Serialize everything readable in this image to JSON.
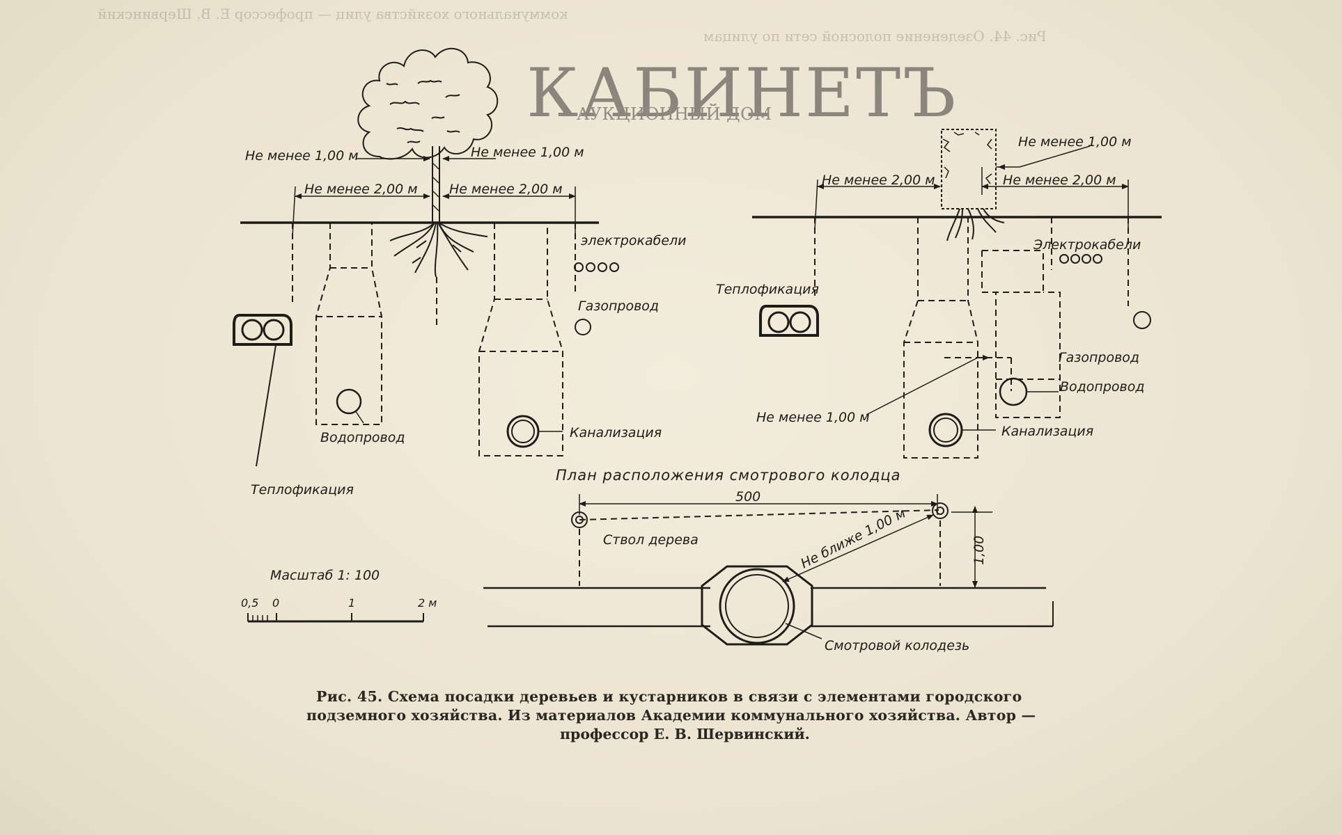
{
  "watermark": {
    "title": "КАБИНЕТЪ",
    "subtitle": "АУКЦИОННЫЙ ДОМ"
  },
  "left_section": {
    "dim_tree_left": "Не менее 1,00 м",
    "dim_tree_right": "Не менее 1,00 м",
    "dim_outer_left": "Не менее 2,00 м",
    "dim_outer_right": "Не менее 2,00 м",
    "electrocables": "электрокабели",
    "gas_pipe": "Газопровод",
    "water_pipe": "Водопровод",
    "sewer": "Канализация",
    "heating": "Теплофикация"
  },
  "right_section": {
    "dim_top": "Не менее 1,00 м",
    "dim_left": "Не менее 2,00 м",
    "dim_right": "Не менее 2,00 м",
    "electrocables": "Электрокабели",
    "heating": "Теплофикация",
    "gas_pipe": "Газопровод",
    "water_pipe": "Водопровод",
    "min_distance": "Не менее 1,00 м",
    "sewer": "Канализация"
  },
  "plan": {
    "title": "План расположения смотрового колодца",
    "dim_500": "500",
    "trunk": "Ствол дерева",
    "not_closer": "Не ближе 1,00 м",
    "dim_100": "1,00",
    "manhole": "Смотровой колодезь"
  },
  "scale": {
    "title": "Масштаб 1: 100",
    "ticks": [
      "0,5",
      "0",
      "1",
      "2 м"
    ]
  },
  "caption": {
    "line1": "Рис. 45. Схема посадки деревьев и кустарников в связи с элементами городского",
    "line2": "подземного хозяйства. Из материалов Академии коммунального хозяйства. Автор —",
    "line3": "профессор Е. В. Шервинский."
  }
}
